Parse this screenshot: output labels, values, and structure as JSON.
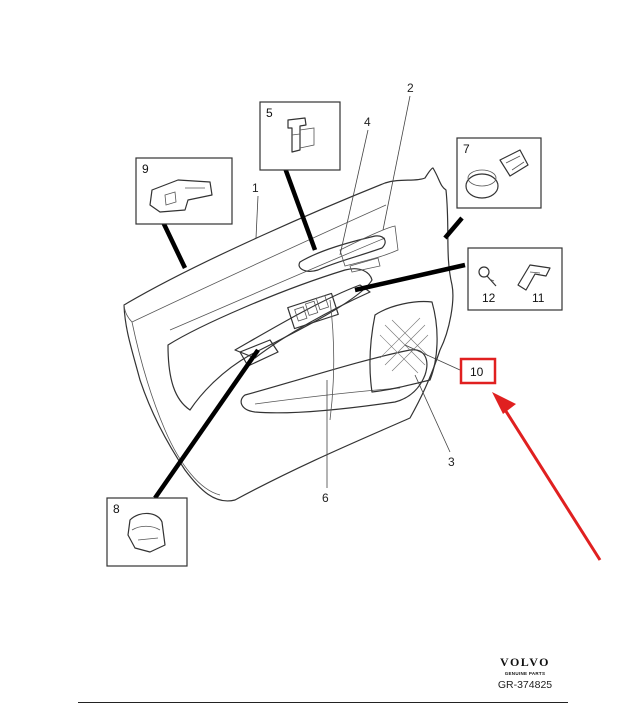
{
  "callouts": {
    "c1": "1",
    "c2": "2",
    "c3": "3",
    "c4": "4",
    "c6": "6"
  },
  "detail_boxes": {
    "b5": "5",
    "b7": "7",
    "b8": "8",
    "b9": "9",
    "b11": "11",
    "b12": "12"
  },
  "highlighted_part": {
    "number": "10",
    "highlight_color": "#e02020"
  },
  "brand": {
    "name": "VOLVO",
    "subtitle": "GENUINE PARTS"
  },
  "reference_code": "GR-374825"
}
